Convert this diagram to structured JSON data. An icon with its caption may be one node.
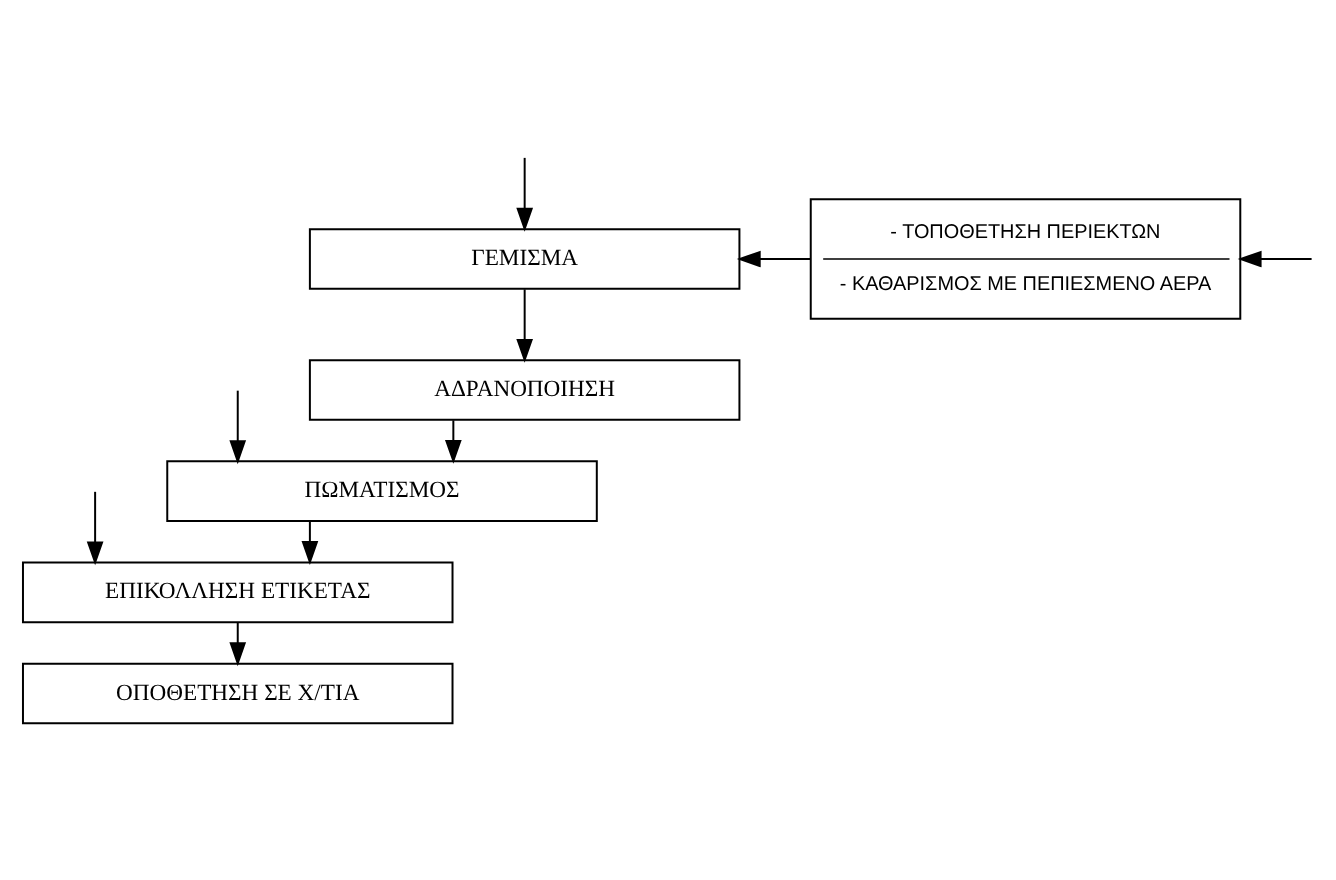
{
  "diagram": {
    "nodes": [
      {
        "text": [
          "ΓΕΜΙΣΜΑ"
        ]
      },
      {
        "text": [
          "- ΤΟΠΟΘΕΤΗΣΗ ΠΕΡΙΕΚΤΩΝ",
          "- ΚΑΘΑΡΙΣΜΟΣ ΜΕ ΠΕΠΙΕΣΜΕΝΟ ΑΕΡΑ"
        ]
      },
      {
        "text": [
          "ΑΔΡΑΝΟΠΟΙΗΣΗ"
        ]
      },
      {
        "text": [
          "ΠΩΜΑΤΙΣΜΟΣ"
        ]
      },
      {
        "text": [
          "ΕΠΙΚΟΛΛΗΣΗ ΕΤΙΚΕΤΑΣ"
        ]
      },
      {
        "text": [
          "ΟΠΟΘΕΤΗΣΗ ΣΕ Χ/ΤΙΑ"
        ]
      }
    ],
    "edges": [
      {
        "from": null,
        "to": 0,
        "arrow": "to"
      },
      {
        "from": 1,
        "to": 0,
        "arrow": "to"
      },
      {
        "from": null,
        "to": 1,
        "arrow": "to"
      },
      {
        "from": 0,
        "to": 2,
        "arrow": "to"
      },
      {
        "from": 2,
        "to": 3,
        "arrow": "to"
      },
      {
        "from": null,
        "to": 3,
        "arrow": "to"
      },
      {
        "from": 3,
        "to": 4,
        "arrow": "to"
      },
      {
        "from": null,
        "to": 4,
        "arrow": "to"
      },
      {
        "from": 4,
        "to": 5,
        "arrow": "to"
      }
    ]
  }
}
